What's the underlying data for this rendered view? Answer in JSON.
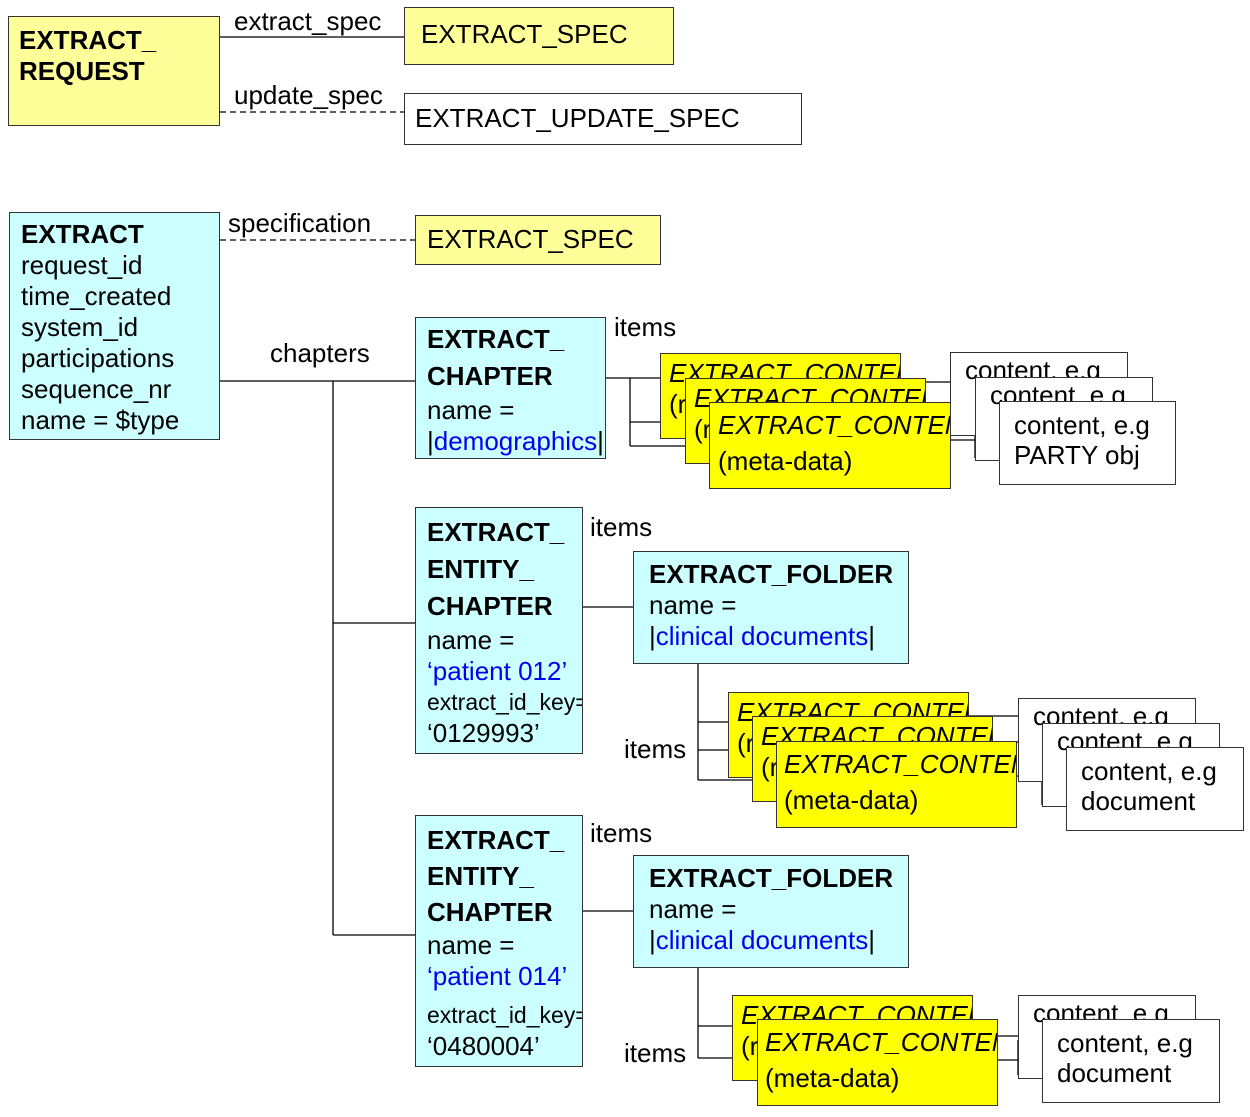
{
  "request": {
    "title_line1": "EXTRACT_",
    "title_line2": "REQUEST",
    "extract_spec_label": "extract_spec",
    "update_spec_label": "update_spec",
    "extract_spec_box": "EXTRACT_SPEC",
    "update_spec_box": "EXTRACT_UPDATE_SPEC"
  },
  "extract": {
    "title": "EXTRACT",
    "attributes": [
      "request_id",
      "time_created",
      "system_id",
      "participations",
      "sequence_nr",
      "name = $type"
    ],
    "specification_label": "specification",
    "spec_box": "EXTRACT_SPEC",
    "chapters_label": "chapters"
  },
  "chapter": {
    "title_line1": "EXTRACT_",
    "title_line2": "CHAPTER",
    "name_label": "name =",
    "name_value": "demographics",
    "items_label": "items",
    "content_title_partial": "EXTRACT_CONTENT",
    "content_title": "EXTRACT_CONTENT",
    "content_meta": "(meta-data)",
    "content_meta_partial": "(r",
    "payload_partial": "content, e.g",
    "payload_line1": "content, e.g",
    "payload_line2": "PARTY obj"
  },
  "entity_chapters": [
    {
      "title_line1": "EXTRACT_",
      "title_line2": "ENTITY_",
      "title_line3": "CHAPTER",
      "name_label": "name =",
      "name_value": "‘patient 012’",
      "key_label": "extract_id_key=",
      "key_value": "‘0129993’",
      "items_label": "items",
      "folder_title": "EXTRACT_FOLDER",
      "folder_name_label": "name =",
      "folder_name_value": "clinical documents",
      "folder_items_label": "items",
      "content_title": "EXTRACT_CONTENT",
      "content_meta": "(meta-data)",
      "payload_line1": "content, e.g",
      "payload_line2": "document"
    },
    {
      "title_line1": "EXTRACT_",
      "title_line2": "ENTITY_",
      "title_line3": "CHAPTER",
      "name_label": "name =",
      "name_value": "‘patient 014’",
      "key_label": "extract_id_key=",
      "key_value": "‘0480004’",
      "items_label": "items",
      "folder_title": "EXTRACT_FOLDER",
      "folder_name_label": "name =",
      "folder_name_value": "clinical documents",
      "folder_items_label": "items",
      "content_title": "EXTRACT_CONTENT",
      "content_meta": "(meta-data)",
      "payload_line1": "content, e.g",
      "payload_line2": "document"
    }
  ],
  "colors": {
    "light_yellow": "#ffff99",
    "bright_yellow": "#ffff00",
    "cyan": "#ccffff",
    "link_blue": "#0000ee"
  }
}
